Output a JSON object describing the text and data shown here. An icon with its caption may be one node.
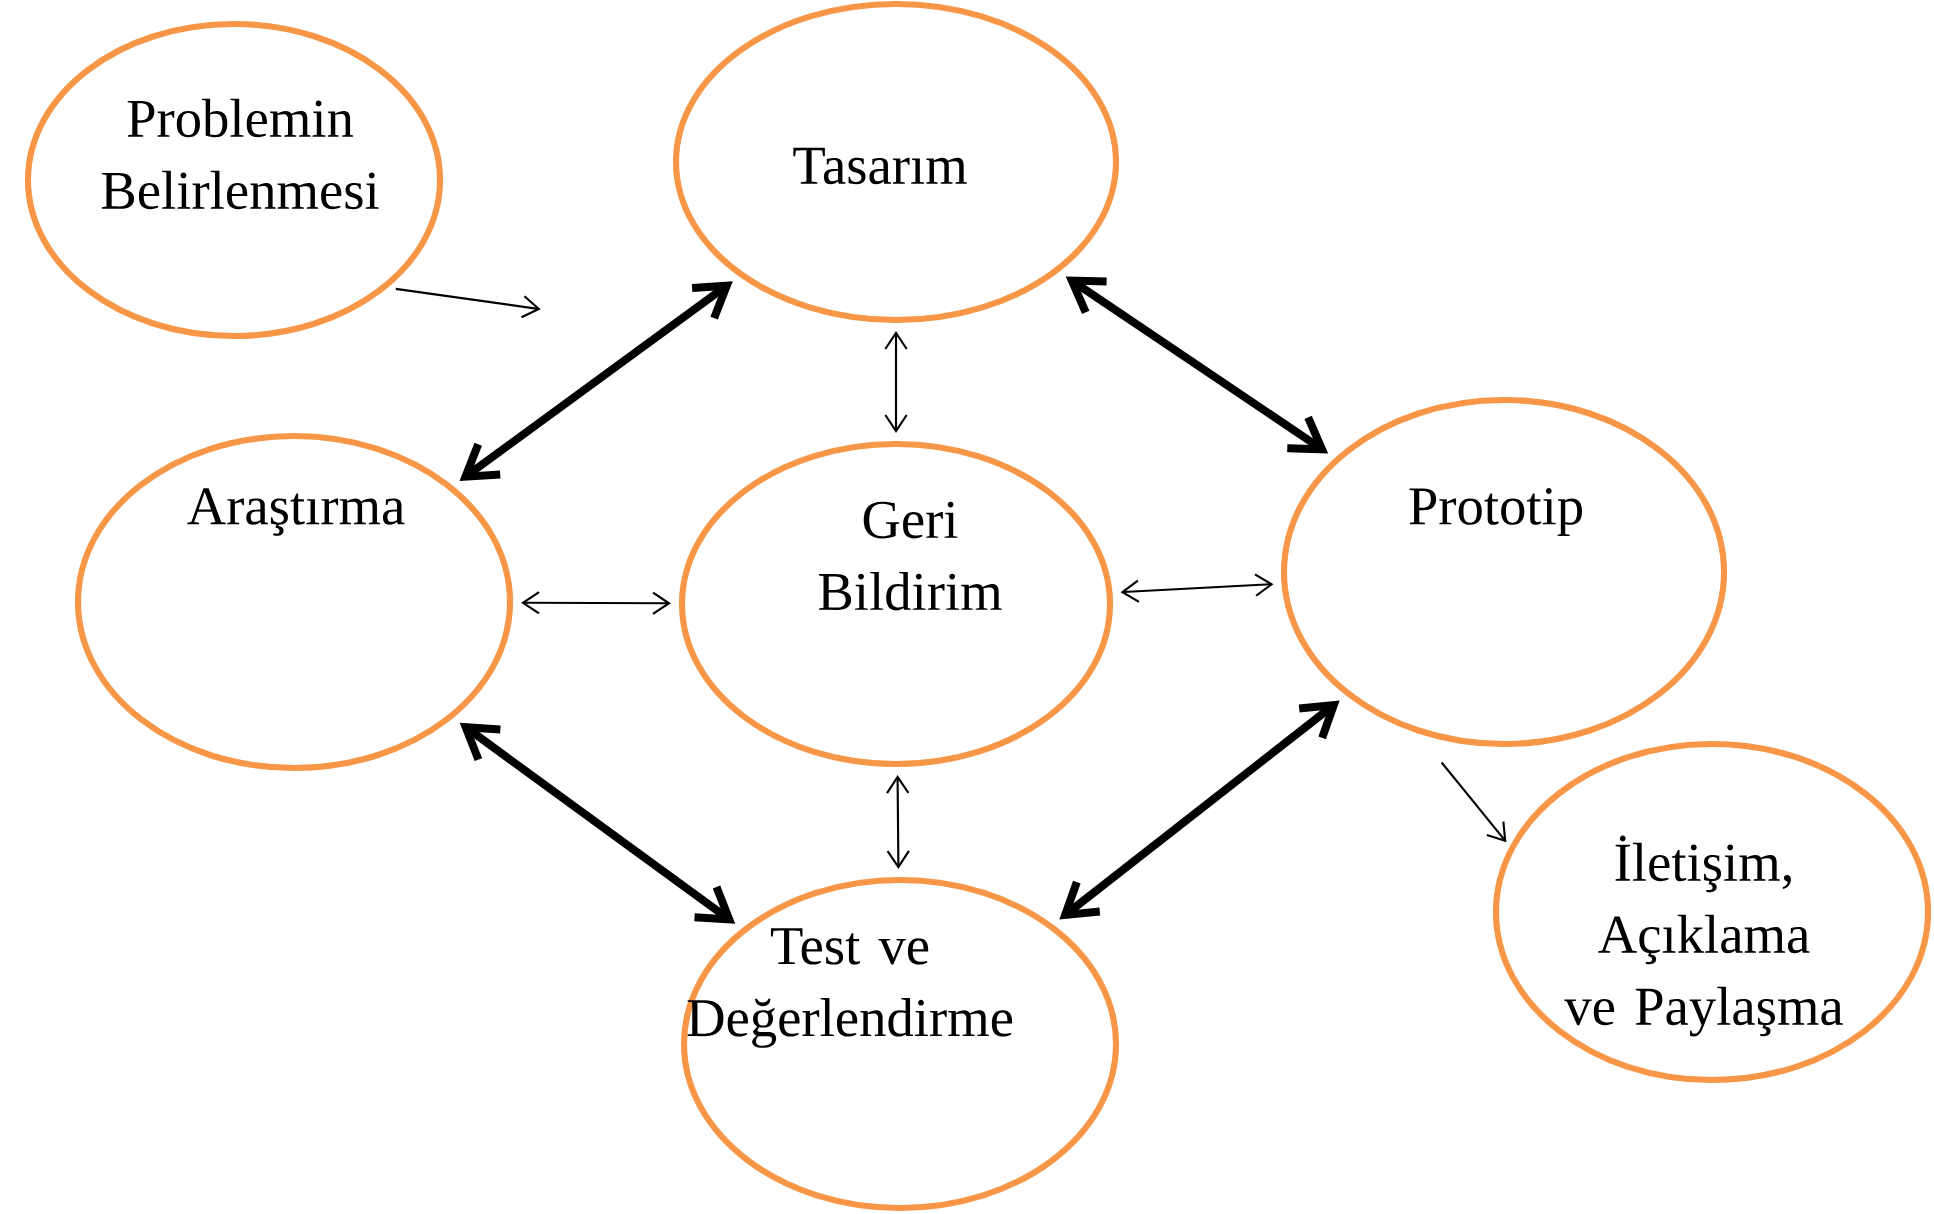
{
  "diagram": {
    "nodes": [
      {
        "text": [
          "Problemin Belirlenmesi"
        ]
      },
      {
        "text": [
          "Tasarım"
        ]
      },
      {
        "text": [
          "Araştırma"
        ]
      },
      {
        "text": [
          "Geri Bildirim"
        ]
      },
      {
        "text": [
          "Prototip"
        ]
      },
      {
        "text": [
          "Test ve Değerlendirme"
        ]
      },
      {
        "text": [
          "İletişim, Açıklama ve Paylaşma"
        ]
      }
    ],
    "edges": [
      {
        "from": 0,
        "to": null,
        "arrow": "to"
      },
      {
        "from": 1,
        "to": 2,
        "arrow": "both",
        "style": "thick"
      },
      {
        "from": 1,
        "to": 4,
        "arrow": "both",
        "style": "thick"
      },
      {
        "from": 1,
        "to": 3,
        "arrow": "both"
      },
      {
        "from": 2,
        "to": 3,
        "arrow": "both"
      },
      {
        "from": 3,
        "to": 4,
        "arrow": "both"
      },
      {
        "from": 3,
        "to": 5,
        "arrow": "both"
      },
      {
        "from": 2,
        "to": 5,
        "arrow": "both",
        "style": "thick"
      },
      {
        "from": 4,
        "to": 5,
        "arrow": "both",
        "style": "thick"
      },
      {
        "from": 4,
        "to": 6,
        "arrow": "to"
      }
    ]
  }
}
